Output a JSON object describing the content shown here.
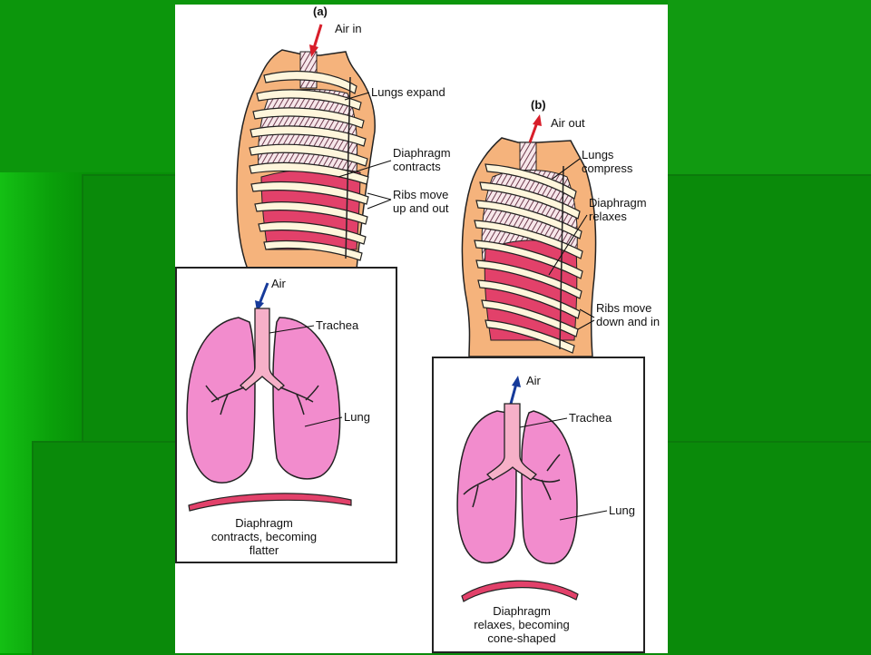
{
  "panel_a": {
    "letter": "(a)",
    "air_in": "Air in",
    "lungs_expand": "Lungs expand",
    "diaphragm_line1": "Diaphragm",
    "diaphragm_line2": "contracts",
    "ribs_line1": "Ribs move",
    "ribs_line2": "up and out"
  },
  "panel_b": {
    "letter": "(b)",
    "air_out": "Air out",
    "lungs_line1": "Lungs",
    "lungs_line2": "compress",
    "diaphragm_line1": "Diaphragm",
    "diaphragm_line2": "relaxes",
    "ribs_line1": "Ribs move",
    "ribs_line2": "down and in"
  },
  "box_left": {
    "air": "Air",
    "trachea": "Trachea",
    "lung": "Lung",
    "caption_line1": "Diaphragm",
    "caption_line2": "contracts, becoming",
    "caption_line3": "flatter"
  },
  "box_right": {
    "air": "Air",
    "trachea": "Trachea",
    "lung": "Lung",
    "caption_line1": "Diaphragm",
    "caption_line2": "relaxes, becoming",
    "caption_line3": "cone-shaped"
  },
  "colors": {
    "skin": "#f5b37c",
    "rib": "#fff6dc",
    "lung_hatch": "#8a5a6a",
    "diaphragm": "#e2416a",
    "lung_pink": "#f28ccd",
    "trachea_pink": "#f6b0c8",
    "air_in_arrow": "#d81e2a",
    "air_arrow_blue": "#163a9a"
  }
}
